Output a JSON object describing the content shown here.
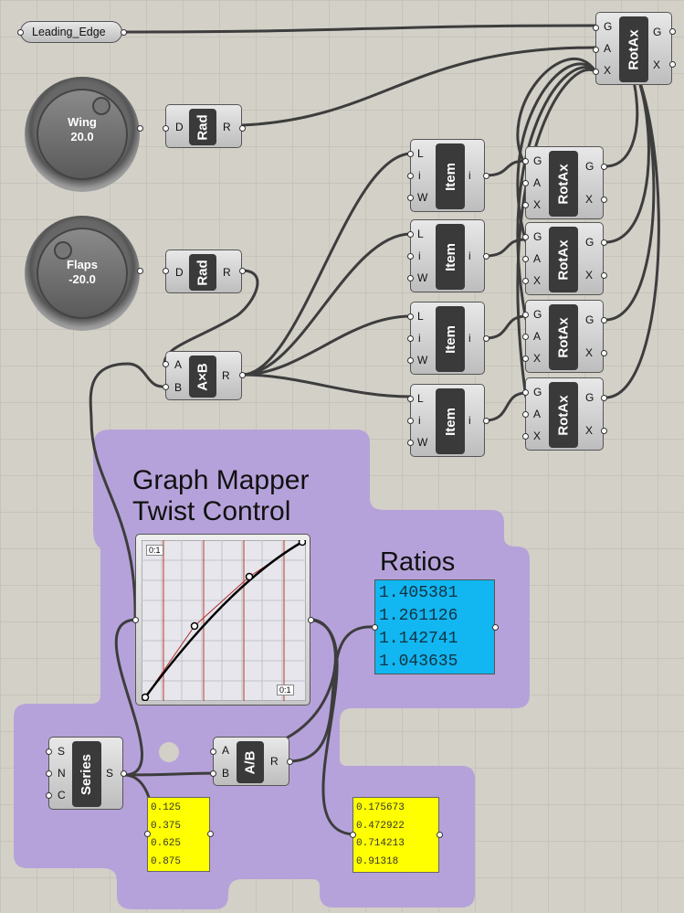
{
  "leading_edge": {
    "label": "Leading_Edge"
  },
  "wing_slider": {
    "name": "Wing",
    "value": "20.0"
  },
  "flaps_slider": {
    "name": "Flaps",
    "value": "-20.0"
  },
  "rad_component": {
    "label": "Rad",
    "in": "D",
    "out": "R"
  },
  "multiply_component": {
    "label": "A×B",
    "in_a": "A",
    "in_b": "B",
    "out": "R"
  },
  "divide_component": {
    "label": "A/B",
    "in_a": "A",
    "in_b": "B",
    "out": "R"
  },
  "series_component": {
    "label": "Series",
    "in_s": "S",
    "in_n": "N",
    "in_c": "C",
    "out": "S"
  },
  "item_component": {
    "label": "Item",
    "in_l": "L",
    "in_i": "i",
    "in_w": "W",
    "out": "i"
  },
  "rotax_component": {
    "label": "RotAx",
    "in_g": "G",
    "in_a": "A",
    "in_x": "X",
    "out_g": "G",
    "out_x": "X"
  },
  "graph_mapper": {
    "title_line1": "Graph Mapper",
    "title_line2": "Twist Control",
    "domain_top": "0:1",
    "domain_bottom": "0:1"
  },
  "ratios": {
    "title": "Ratios",
    "values": [
      "1.405381",
      "1.261126",
      "1.142741",
      "1.043635"
    ]
  },
  "series_panel": {
    "values": [
      "0.125",
      "0.375",
      "0.625",
      "0.875"
    ]
  },
  "mapped_panel": {
    "values": [
      "0.175673",
      "0.472922",
      "0.714213",
      "0.91318"
    ]
  },
  "colors": {
    "group": "#b39ddb",
    "canvas": "#d3d0c8",
    "panel_yellow": "#ffff00",
    "panel_blue": "#12b6f0"
  }
}
